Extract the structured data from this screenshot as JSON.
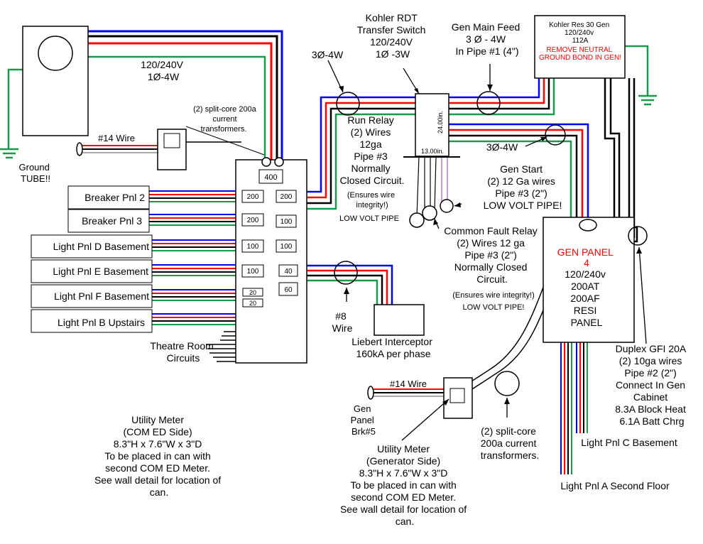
{
  "labels": {
    "main_service": [
      "120/240V",
      "1Ø-4W"
    ],
    "split_core_top": [
      "(2) split-core 200a",
      "current",
      "transformers."
    ],
    "wire14_top": "#14 Wire",
    "ground_tube": [
      "Ground",
      "TUBE!!"
    ],
    "three_phase_left": "3Ø-4W",
    "kohler_rdt": [
      "Kohler RDT",
      "Transfer Switch",
      "120/240V",
      "1Ø -3W"
    ],
    "gen_main_feed": [
      "Gen Main Feed",
      "3 Ø - 4W",
      "In Pipe #1 (4\")"
    ],
    "kohler_gen": [
      "Kohler Res 30 Gen",
      "120/240v",
      "112A"
    ],
    "kohler_gen_warning": [
      "REMOVE NEUTRAL",
      "GROUND BOND IN GEN!"
    ],
    "rdt_dim_h": "24.00in.",
    "rdt_dim_w": "13.00in.",
    "three_phase_right": "3Ø-4W",
    "run_relay": [
      "Run Relay",
      "(2) Wires",
      "12ga",
      "Pipe #3",
      "Normally",
      "Closed Circuit."
    ],
    "run_relay_note": [
      "(Ensures wire",
      "integrity!)"
    ],
    "low_volt_pipe_1": "LOW VOLT PIPE",
    "gen_start": [
      "Gen Start",
      "(2) 12 Ga wires",
      "Pipe #3 (2\")",
      "LOW VOLT PIPE!"
    ],
    "common_fault": [
      "Common Fault Relay",
      "(2) Wires 12 ga",
      "Pipe #3 (2\")",
      "Normally Closed",
      "Circuit."
    ],
    "common_fault_note": "(Ensures wire integrity!)",
    "low_volt_pipe_2": "LOW VOLT PIPE!",
    "gen_panel_red": [
      "GEN PANEL",
      "4"
    ],
    "gen_panel": [
      "120/240v",
      "200AT",
      "200AF",
      "RESI",
      "PANEL"
    ],
    "duplex_gfi": [
      "Duplex GFI 20A",
      "(2) 10ga wires",
      "Pipe #2 (2\")",
      "Connect In Gen",
      "Cabinet",
      "8.3A Block Heat",
      "6.1A Batt Chrg"
    ],
    "light_pnl_c": "Light Pnl C Basement",
    "light_pnl_a": "Light Pnl A Second Floor",
    "breaker_main": "400",
    "breakers_left": [
      "200",
      "200",
      "100",
      "100",
      "20",
      "20"
    ],
    "breakers_right": [
      "200",
      "100",
      "100",
      "40",
      "60"
    ],
    "panels_left": [
      "Breaker Pnl 2",
      "Breaker Pnl 3",
      "Light Pnl D Basement",
      "Light Pnl E Basement",
      "Light Pnl F Basement",
      "Light Pnl B Upstairs"
    ],
    "theatre": [
      "Theatre Room",
      "Circuits"
    ],
    "wire8": [
      "#8",
      "Wire"
    ],
    "liebert": [
      "Liebert Interceptor",
      "160kA per phase"
    ],
    "wire14_bottom": "#14 Wire",
    "gen_panel_brk": [
      "Gen",
      "Panel",
      "Brk#5"
    ],
    "split_core_bottom": [
      "(2) split-core",
      "200a current",
      "transformers."
    ],
    "utility_meter_com": [
      "Utility Meter",
      "(COM ED Side)",
      "8.3\"H x 7.6\"W x 3\"D",
      "To be placed in can with",
      "second COM ED Meter.",
      "See wall detail for location of",
      "can."
    ],
    "utility_meter_gen": [
      "Utility Meter",
      "(Generator Side)",
      "8.3\"H x 7.6\"W x 3\"D",
      "To be placed in can with",
      "second COM ED Meter.",
      "See wall detail for location of",
      "can."
    ]
  },
  "colors": {
    "blue": "#0000ff",
    "red": "#ff0000",
    "black": "#000000",
    "green": "#169b4b",
    "white_wire": "#aaaaaa",
    "purple": "#9b59b6",
    "warning": "#ff0000"
  }
}
